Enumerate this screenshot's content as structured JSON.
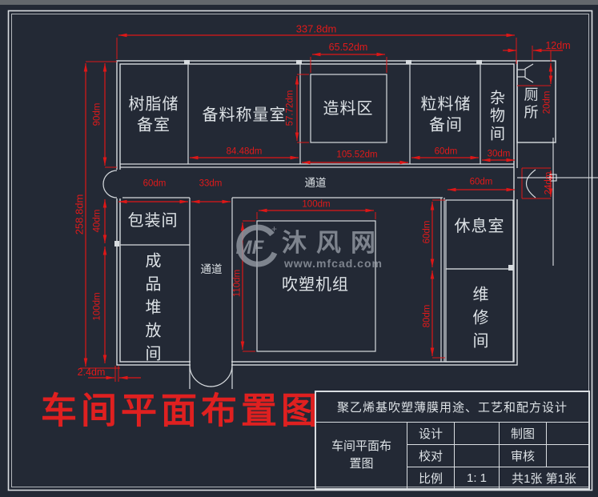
{
  "drawing_title": "车间平面布置图",
  "colors": {
    "background": "#232935",
    "wall": "#d7dbdf",
    "dimension_red": "#de1717",
    "title_red": "#df2020"
  },
  "rooms": {
    "resin": "树脂储\n备室",
    "weighing": "备料称量室",
    "making": "造料区",
    "pellet": "粒料储\n备间",
    "sundry": "杂\n物\n间",
    "toilet": "厕\n所",
    "corridor_top": "通道",
    "corridor_left": "通道",
    "packing": "包装间",
    "finished": "成\n品\n堆\n放\n间",
    "blow": "吹塑机组",
    "rest": "休息室",
    "repair": "维\n修\n间"
  },
  "dims": {
    "total_w": "337.8dm",
    "making_w": "65.52dm",
    "toilet_w": "12dm",
    "total_h": "258.8dm",
    "toprow_h": "90dm",
    "making_h": "57.72dm",
    "weighing_w": "84.48dm",
    "zone_w": "105.52dm",
    "pellet_w": "60dm",
    "sundry_w": "30dm",
    "toilet_h": "20dm",
    "packing_w": "60dm",
    "corridor_w": "33dm",
    "rest_w": "60dm",
    "door_e": "24dm",
    "packing_h": "40dm",
    "finished_h": "100dm",
    "blow_w": "100dm",
    "blow_h": "110dm",
    "rest_h": "60dm",
    "repair_h": "80dm",
    "wall_t": "2.4dm"
  },
  "watermark": {
    "logo": "MF",
    "name": "沐风网",
    "url": "www.mfcad.com"
  },
  "titleblock": {
    "project": "聚乙烯基吹塑薄膜用途、工艺和配方设计",
    "drawing": "车间平面布\n置图",
    "design": "设计",
    "draft": "制图",
    "check": "校对",
    "review": "审核",
    "scale_label": "比例",
    "scale": "1: 1",
    "sheets": "共1张 第1张"
  }
}
